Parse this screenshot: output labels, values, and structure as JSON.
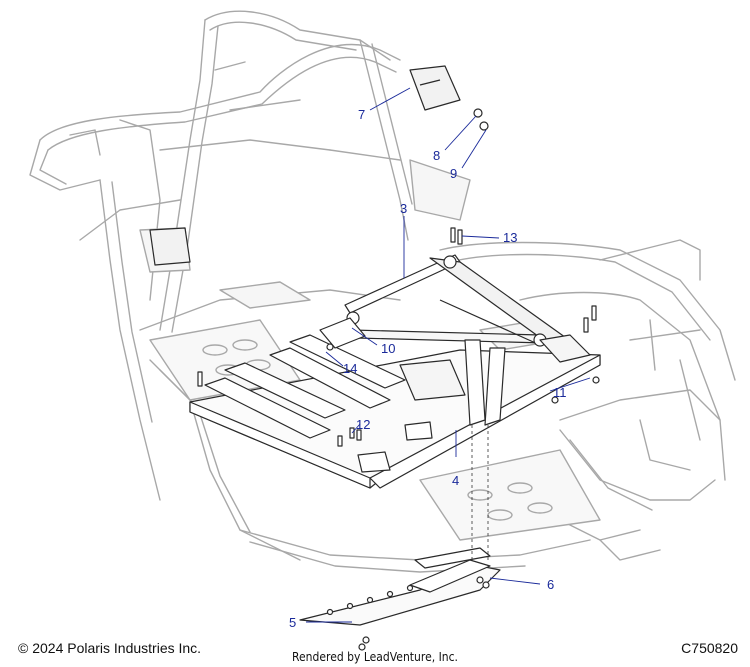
{
  "callouts": [
    {
      "label": "3"
    },
    {
      "label": "4"
    },
    {
      "label": "5"
    },
    {
      "label": "6"
    },
    {
      "label": "7"
    },
    {
      "label": "8"
    },
    {
      "label": "9"
    },
    {
      "label": "10"
    },
    {
      "label": "11"
    },
    {
      "label": "12"
    },
    {
      "label": "13"
    },
    {
      "label": "14"
    }
  ],
  "footer": {
    "copyright": "© 2024 Polaris Industries Inc.",
    "diagram_id": "C750820",
    "render_credit": "Rendered by LeadVenture, Inc."
  },
  "colors": {
    "callout": "#1a2a9a",
    "frame_stroke": "#9a9a9a",
    "frame_fill": "#f4f4f4",
    "part_stroke": "#2a2a2a",
    "part_fill": "#ffffff"
  }
}
